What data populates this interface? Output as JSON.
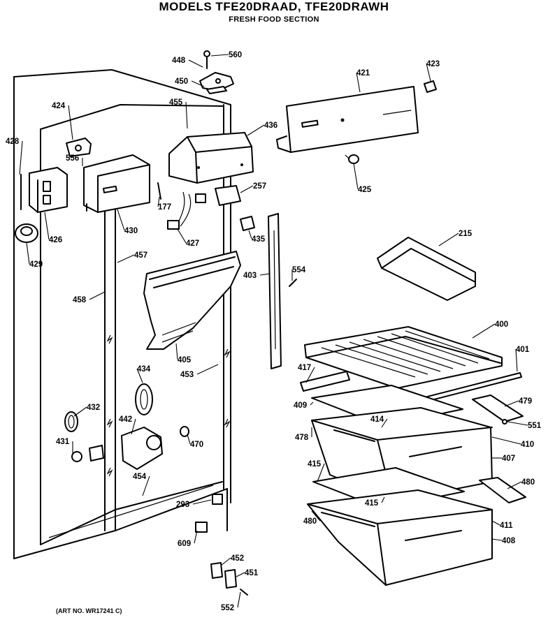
{
  "header": {
    "title": "MODELS TFE20DRAAD, TFE20DRAWH",
    "subtitle": "FRESH FOOD SECTION"
  },
  "footer": {
    "art_no": "(ART NO. WR17241 C)"
  },
  "callouts": [
    {
      "id": "448"
    },
    {
      "id": "560"
    },
    {
      "id": "450"
    },
    {
      "id": "421"
    },
    {
      "id": "423"
    },
    {
      "id": "424"
    },
    {
      "id": "455"
    },
    {
      "id": "436"
    },
    {
      "id": "428"
    },
    {
      "id": "556"
    },
    {
      "id": "257"
    },
    {
      "id": "425"
    },
    {
      "id": "177"
    },
    {
      "id": "426"
    },
    {
      "id": "430"
    },
    {
      "id": "427"
    },
    {
      "id": "435"
    },
    {
      "id": "215"
    },
    {
      "id": "429"
    },
    {
      "id": "457"
    },
    {
      "id": "554"
    },
    {
      "id": "403"
    },
    {
      "id": "458"
    },
    {
      "id": "400"
    },
    {
      "id": "405"
    },
    {
      "id": "401"
    },
    {
      "id": "417"
    },
    {
      "id": "453"
    },
    {
      "id": "434"
    },
    {
      "id": "479"
    },
    {
      "id": "409"
    },
    {
      "id": "432"
    },
    {
      "id": "442"
    },
    {
      "id": "414"
    },
    {
      "id": "551"
    },
    {
      "id": "478"
    },
    {
      "id": "410"
    },
    {
      "id": "431"
    },
    {
      "id": "470"
    },
    {
      "id": "407"
    },
    {
      "id": "415"
    },
    {
      "id": "454"
    },
    {
      "id": "480"
    },
    {
      "id": "293"
    },
    {
      "id": "415"
    },
    {
      "id": "480"
    },
    {
      "id": "411"
    },
    {
      "id": "609"
    },
    {
      "id": "408"
    },
    {
      "id": "452"
    },
    {
      "id": "451"
    },
    {
      "id": "552"
    }
  ]
}
